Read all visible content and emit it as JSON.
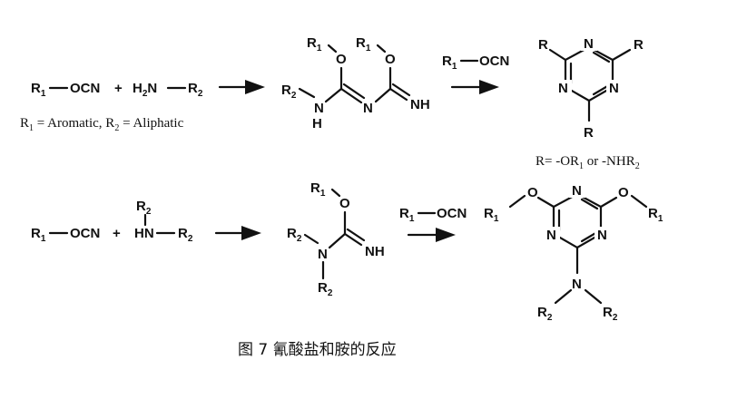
{
  "row1": {
    "reactant1": "R1—OCN",
    "plus": "+",
    "reactant2": "H2N—R2",
    "condition": "R1 = Aromatic, R2 = Aliphatic",
    "intermediate": "R2NH–C(=N–C(=NH)–O–R1)–O–R1",
    "reagent": "R1—OCN",
    "product": "2,4,6-trisubstituted 1,3,5-triazine",
    "product_note": "R= -OR1 or -NHR2"
  },
  "row2": {
    "reactant1": "R1—OCN",
    "plus": "+",
    "reactant2": "R2–NH–R2",
    "intermediate": "(R2)2N–C(=NH)–O–R1",
    "reagent": "R1—OCN",
    "product": "2,4-bis(R1O)-6-(R2)2N-1,3,5-triazine"
  },
  "caption": "图 7  氰酸盐和胺的反应"
}
